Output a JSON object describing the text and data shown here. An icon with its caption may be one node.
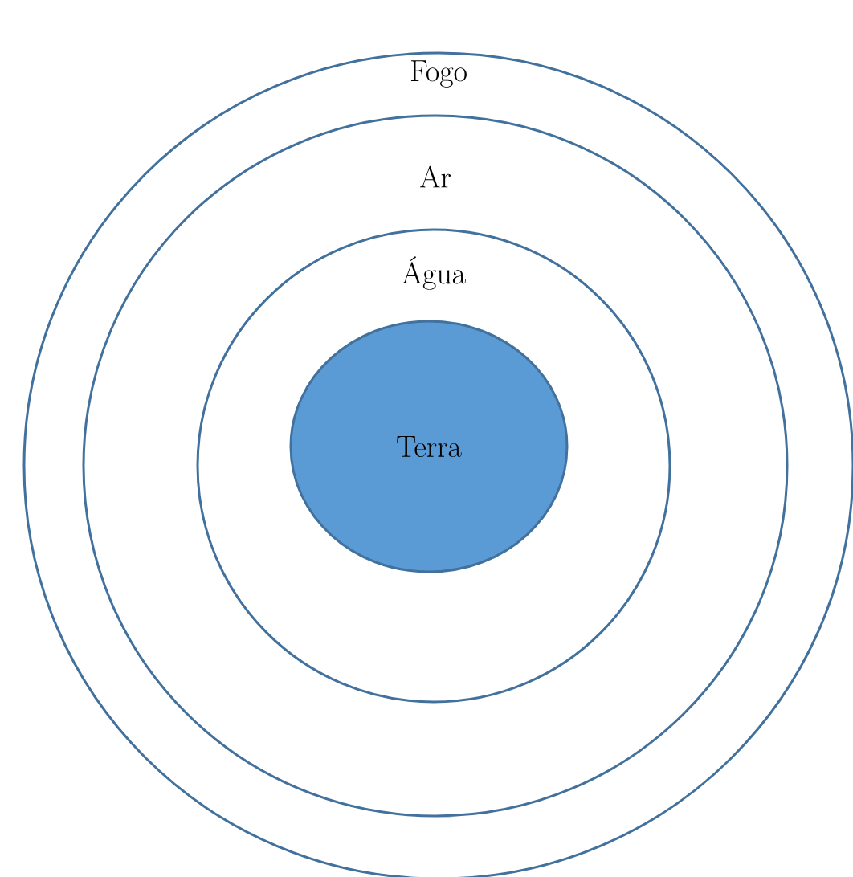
{
  "diagram": {
    "nodes": [
      {
        "text": [
          "Fogo"
        ]
      },
      {
        "text": [
          "Ar"
        ],
        "in": 0
      },
      {
        "text": [
          "Água"
        ],
        "in": 1
      },
      {
        "text": [
          "Terra"
        ],
        "in": 2
      }
    ]
  }
}
